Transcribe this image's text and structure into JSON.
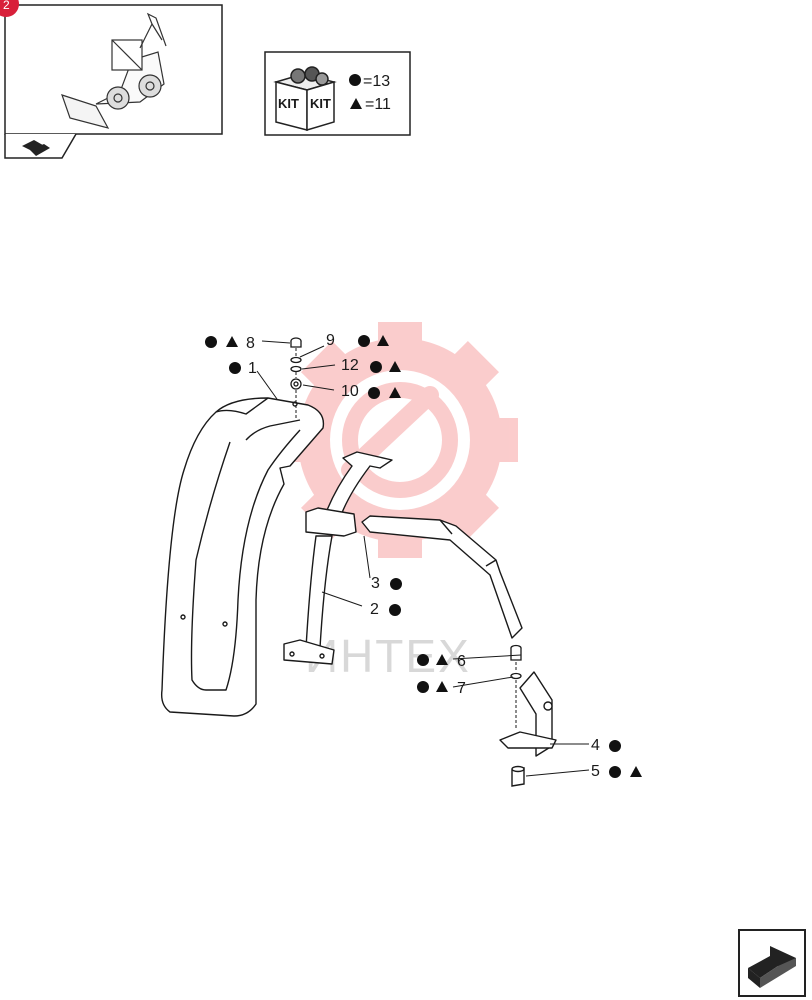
{
  "kit": {
    "box_left_text": "KIT",
    "box_right_text": "KIT",
    "circle_count": "=13",
    "triangle_count": "=11"
  },
  "badge": {
    "text": "2"
  },
  "watermark": {
    "text": "ИНТЕХ",
    "color": "#f04040"
  },
  "callouts": {
    "c8": "8",
    "c1": "1",
    "c9": "9",
    "c12": "12",
    "c10": "10",
    "c3": "3",
    "c2": "2",
    "c6": "6",
    "c7": "7",
    "c4": "4",
    "c5": "5"
  }
}
